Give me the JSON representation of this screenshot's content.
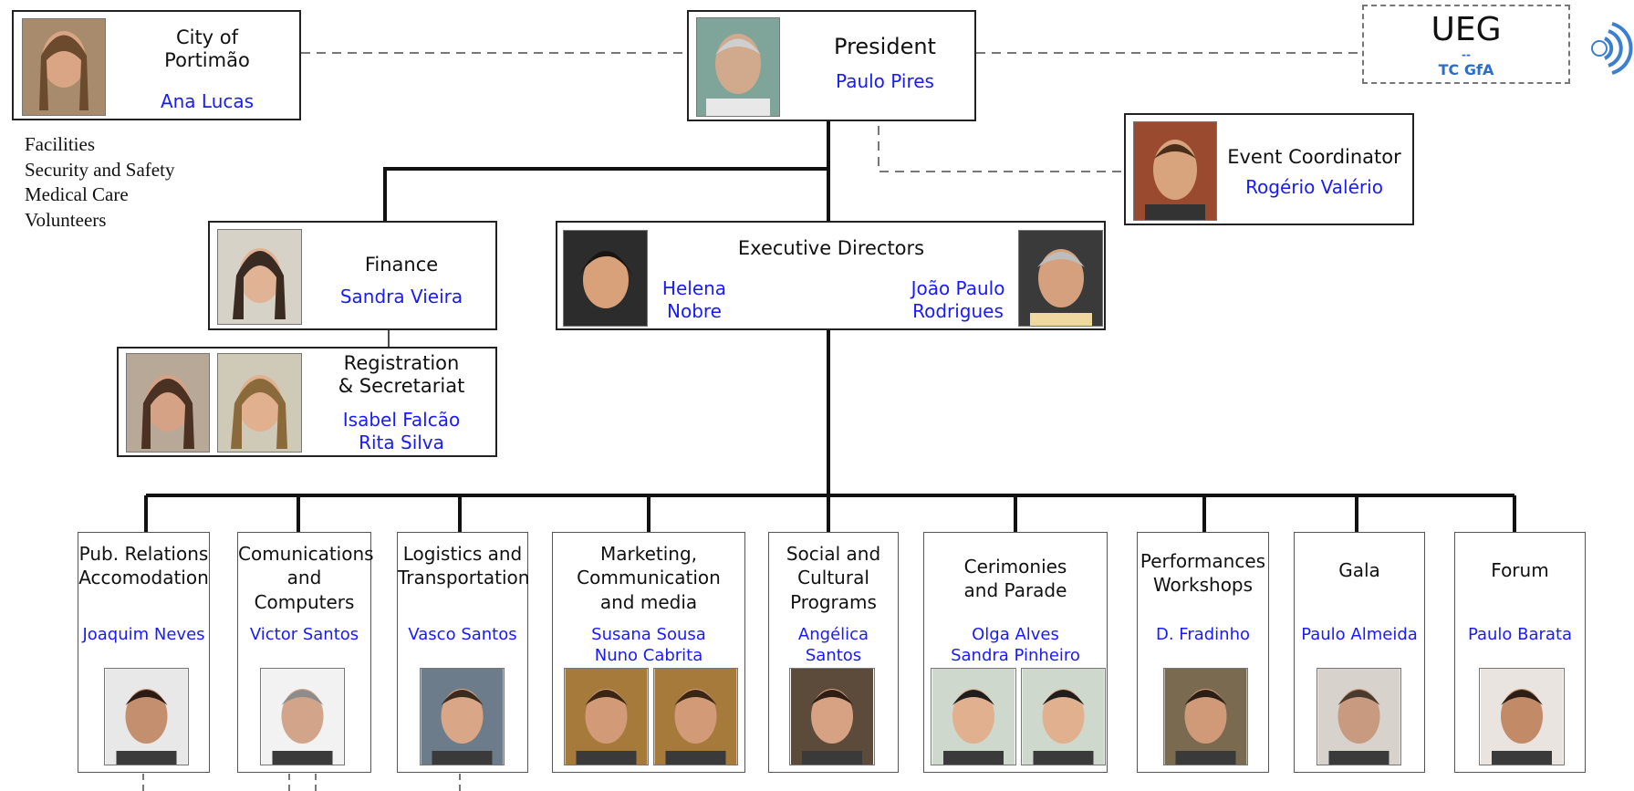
{
  "city": {
    "title_line1": "City of",
    "title_line2": "Portimão",
    "name": "Ana Lucas"
  },
  "city_tasks": [
    "Facilities",
    "Security and Safety",
    "Medical Care",
    "Volunteers"
  ],
  "president": {
    "title": "President",
    "name": "Paulo Pires"
  },
  "ueg": {
    "title": "UEG",
    "separator": "--",
    "subtitle": "TC GfA"
  },
  "event_coordinator": {
    "title": "Event Coordinator",
    "name": "Rogério Valério"
  },
  "finance": {
    "title": "Finance",
    "name": "Sandra Vieira"
  },
  "registration": {
    "title_line1": "Registration",
    "title_line2": "& Secretariat",
    "name1": "Isabel Falcão",
    "name2": "Rita Silva"
  },
  "executive": {
    "title": "Executive Directors",
    "left_name_line1": "Helena",
    "left_name_line2": "Nobre",
    "right_name_line1": "João Paulo",
    "right_name_line2": "Rodrigues"
  },
  "departments": [
    {
      "title_lines": [
        "Pub. Relations",
        "Accomodation"
      ],
      "names": [
        "Joaquim Neves"
      ]
    },
    {
      "title_lines": [
        "Comunications",
        "and Computers"
      ],
      "names": [
        "Victor Santos"
      ]
    },
    {
      "title_lines": [
        "Logistics and",
        "Transportation"
      ],
      "names": [
        "Vasco Santos"
      ]
    },
    {
      "title_lines": [
        "Marketing,",
        "Communication",
        "and media"
      ],
      "names": [
        "Susana Sousa",
        "Nuno Cabrita"
      ]
    },
    {
      "title_lines": [
        "Social and",
        "Cultural",
        "Programs"
      ],
      "names": [
        "Angélica Santos"
      ]
    },
    {
      "title_lines": [
        "Cerimonies",
        "and Parade"
      ],
      "names": [
        "Olga Alves",
        "Sandra Pinheiro"
      ]
    },
    {
      "title_lines": [
        "Performances",
        "Workshops"
      ],
      "names": [
        "D. Fradinho"
      ]
    },
    {
      "title_lines": [
        "Gala"
      ],
      "names": [
        "Paulo Almeida"
      ]
    },
    {
      "title_lines": [
        "Forum"
      ],
      "names": [
        "Paulo Barata"
      ]
    }
  ],
  "colors": {
    "name_blue": "#1a1aff",
    "line": "#111111",
    "dash": "#777777",
    "ueg_blue": "#2a6ec8"
  }
}
